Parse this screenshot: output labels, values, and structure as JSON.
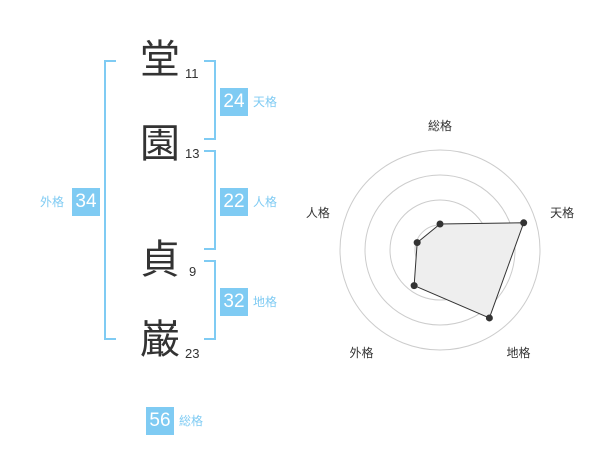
{
  "name_chars": [
    {
      "char": "堂",
      "strokes": "11"
    },
    {
      "char": "園",
      "strokes": "13"
    },
    {
      "char": "貞",
      "strokes": "9"
    },
    {
      "char": "巌",
      "strokes": "23"
    }
  ],
  "fortunes": {
    "tenkaku": {
      "label": "天格",
      "value": "24"
    },
    "jinkaku": {
      "label": "人格",
      "value": "22"
    },
    "chikaku": {
      "label": "地格",
      "value": "32"
    },
    "gaikaku": {
      "label": "外格",
      "value": "34"
    },
    "soukaku": {
      "label": "総格",
      "value": "56"
    }
  },
  "colors": {
    "accent": "#7fcbf3",
    "text": "#333333"
  },
  "chart_data": {
    "type": "radar",
    "axes": [
      "総格",
      "天格",
      "地格",
      "外格",
      "人格"
    ],
    "values": [
      1.3,
      4.4,
      4.2,
      2.2,
      1.2
    ],
    "range": [
      0,
      5
    ],
    "rings": 4,
    "grid": true
  }
}
